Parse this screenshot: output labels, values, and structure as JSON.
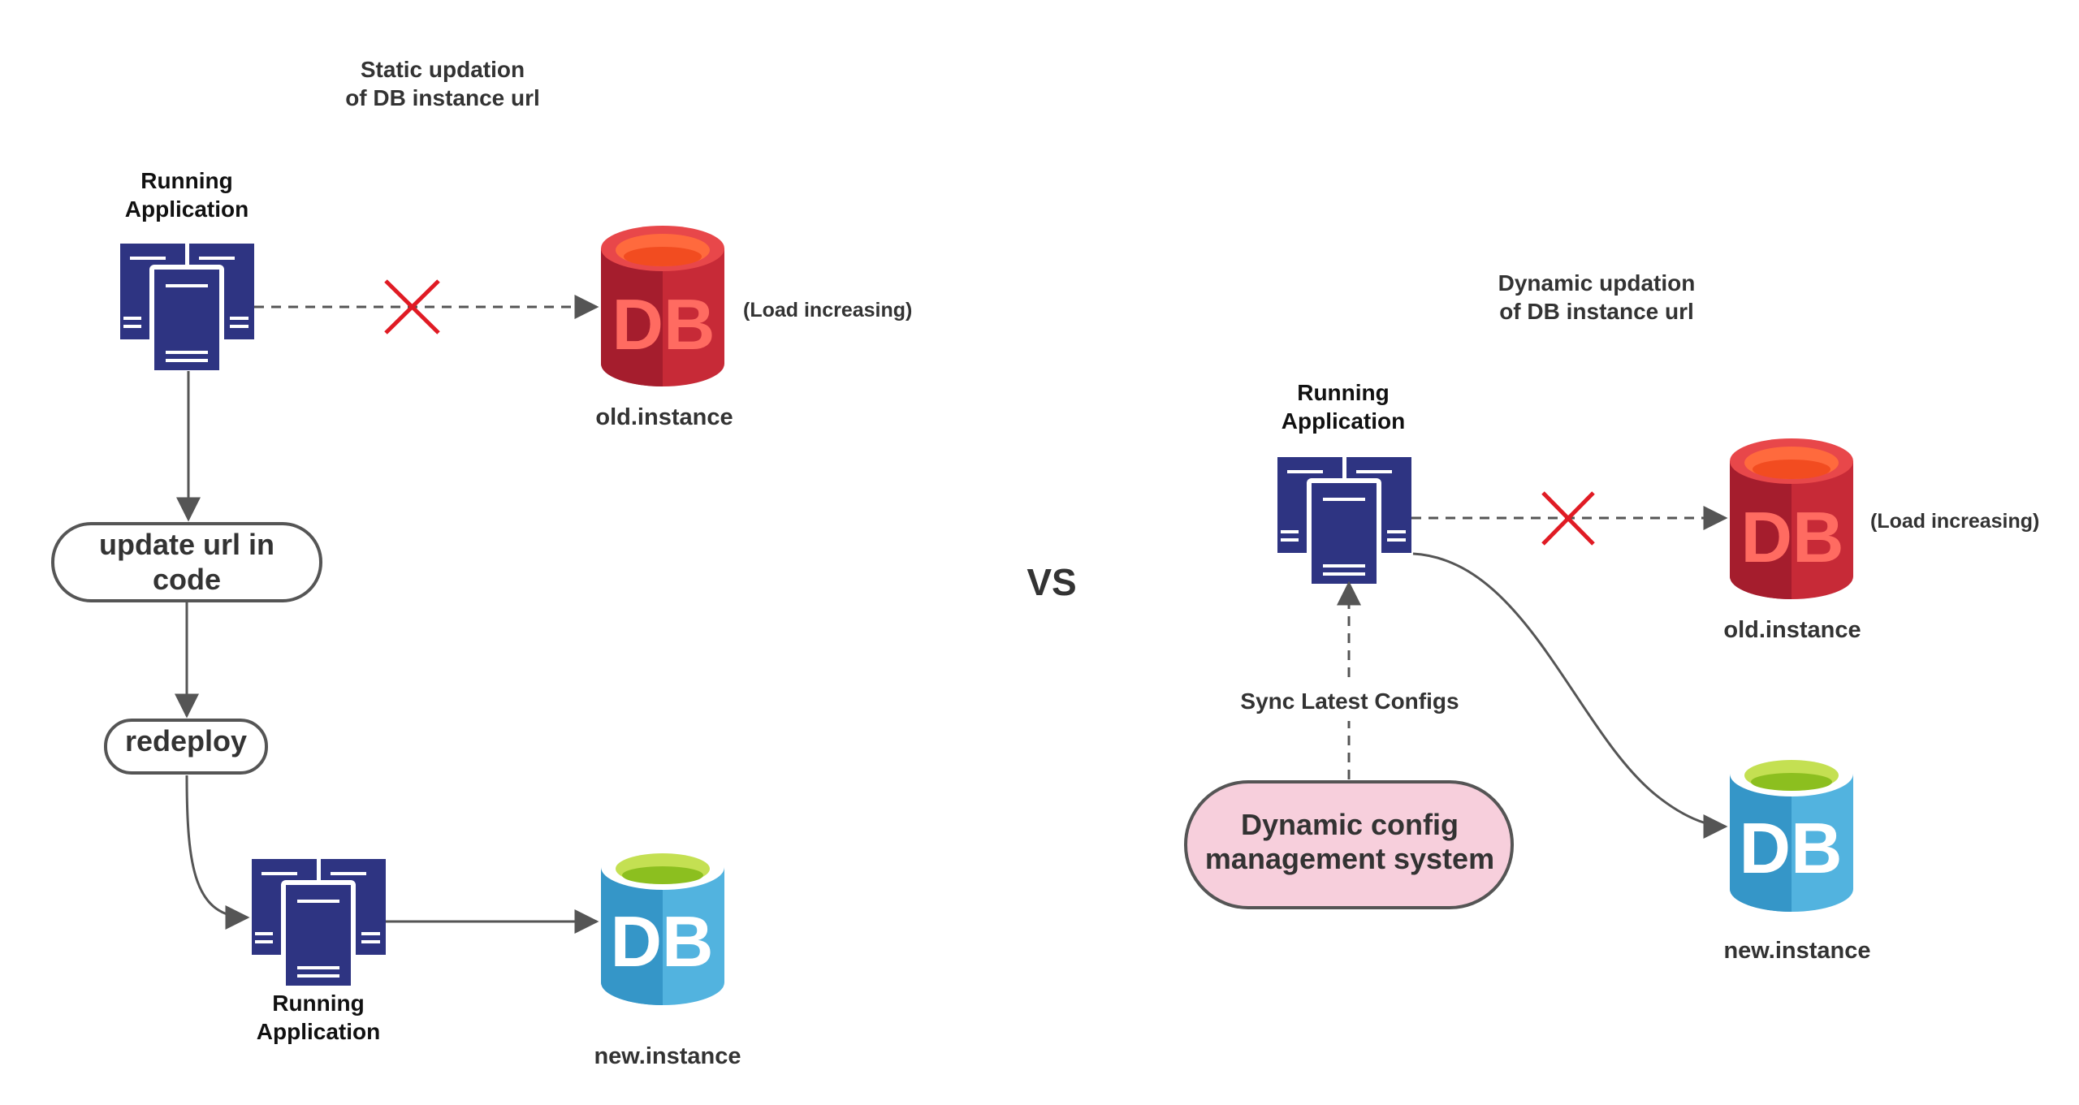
{
  "left": {
    "title_line1": "Static updation",
    "title_line2": "of DB instance url",
    "app_top_line1": "Running",
    "app_top_line2": "Application",
    "old_db_text": "DB",
    "old_db_label": "old.instance",
    "old_db_note": "(Load increasing)",
    "step1_line1": "update url in",
    "step1_line2": "code",
    "step2": "redeploy",
    "app_bottom_line1": "Running",
    "app_bottom_line2": "Application",
    "new_db_text": "DB",
    "new_db_label": "new.instance"
  },
  "vs_label": "VS",
  "right": {
    "title_line1": "Dynamic updation",
    "title_line2": "of DB instance url",
    "app_line1": "Running",
    "app_line2": "Application",
    "old_db_text": "DB",
    "old_db_label": "old.instance",
    "old_db_note": "(Load increasing)",
    "sync_label": "Sync Latest Configs",
    "config_line1": "Dynamic config",
    "config_line2": "management system",
    "new_db_text": "DB",
    "new_db_label": "new.instance"
  },
  "colors": {
    "server": "#2e3482",
    "db_old_body": "#c72a37",
    "db_old_body_dark": "#a51d2d",
    "db_old_top": "#ff6a3d",
    "db_old_text": "#ff6b61",
    "db_new_body": "#52b3df",
    "db_new_body_dark": "#3596c8",
    "db_new_top": "#a6d12e",
    "db_new_text": "#ffffff",
    "cross": "#e01b24",
    "config_fill": "#f7cfdc",
    "arrow": "#555555"
  }
}
